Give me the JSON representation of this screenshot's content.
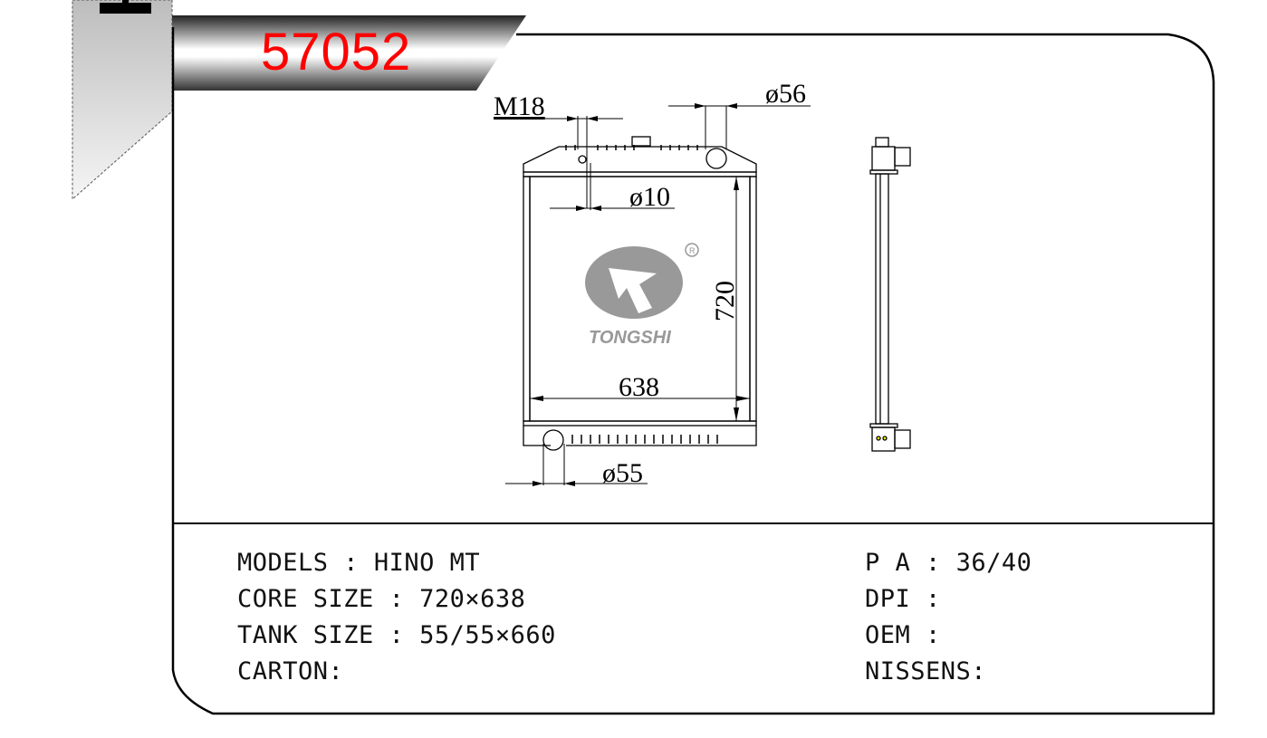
{
  "header": {
    "part_number": "57052",
    "accent_color": "#ff0000"
  },
  "drawing": {
    "dimensions": {
      "m18": "M18",
      "d56": "ø56",
      "d10": "ø10",
      "height": "720",
      "width": "638",
      "d55": "ø55"
    },
    "logo": {
      "brand": "TONGSHI",
      "registered": "®"
    }
  },
  "specs": {
    "left": [
      {
        "label": "MODELS",
        "value": "HINO MT"
      },
      {
        "label": "CORE SIZE",
        "value": "720×638"
      },
      {
        "label": "TANK SIZE",
        "value": "55/55×660"
      },
      {
        "label": "CARTON",
        "value": ""
      }
    ],
    "right": [
      {
        "label": "P A",
        "value": "36/40"
      },
      {
        "label": "DPI",
        "value": ""
      },
      {
        "label": "OEM",
        "value": ""
      },
      {
        "label": "NISSENS",
        "value": ""
      }
    ]
  }
}
